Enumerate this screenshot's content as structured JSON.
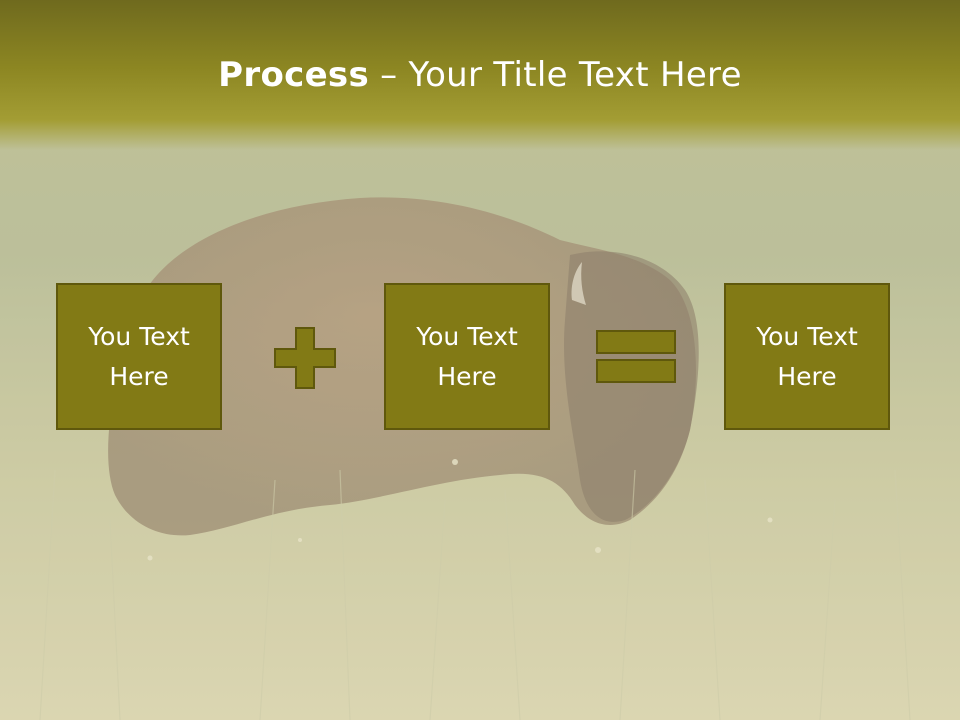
{
  "slide": {
    "title_bold": "Process",
    "title_sep": " – ",
    "title_rest": "Your Title Text Here",
    "boxes": [
      {
        "label": "You Text\nHere"
      },
      {
        "label": "You Text\nHere"
      },
      {
        "label": "You Text\nHere"
      }
    ],
    "operators": [
      "plus-icon",
      "equals-icon"
    ]
  },
  "colors": {
    "header": "#8c8622",
    "box_fill": "#827a15",
    "box_border": "#5f580c",
    "text": "#ffffff"
  }
}
